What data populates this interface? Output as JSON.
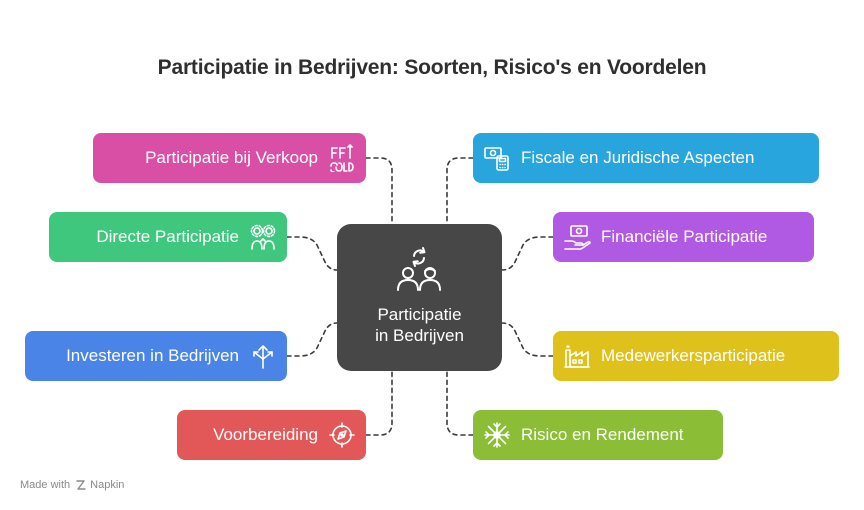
{
  "title": "Participatie in Bedrijven: Soorten, Risico's en Voordelen",
  "center": {
    "label_line1": "Participatie",
    "label_line2": "in Bedrijven",
    "icon": "people-exchange-icon",
    "color": "#474747"
  },
  "nodes": {
    "verkoop": {
      "label": "Participatie bij Verkoop",
      "icon": "sold-sign-icon",
      "color": "#d94fa6"
    },
    "directe": {
      "label": "Directe Participatie",
      "icon": "team-gears-icon",
      "color": "#3fc77e"
    },
    "investeren": {
      "label": "Investeren in Bedrijven",
      "icon": "growth-arrows-icon",
      "color": "#4a84e6"
    },
    "voorbereiding": {
      "label": "Voorbereiding",
      "icon": "target-compass-icon",
      "color": "#e25757"
    },
    "fiscale": {
      "label": "Fiscale en Juridische Aspecten",
      "icon": "money-calculator-icon",
      "color": "#27a5dc"
    },
    "financiele": {
      "label": "Financiële Participatie",
      "icon": "hand-money-icon",
      "color": "#b05ae3"
    },
    "medewerkers": {
      "label": "Medewerkersparticipatie",
      "icon": "factory-icon",
      "color": "#dec21b"
    },
    "risico": {
      "label": "Risico en Rendement",
      "icon": "snowflake-icon",
      "color": "#8bbd37"
    }
  },
  "footer": {
    "made_with": "Made with",
    "brand": "Napkin"
  }
}
